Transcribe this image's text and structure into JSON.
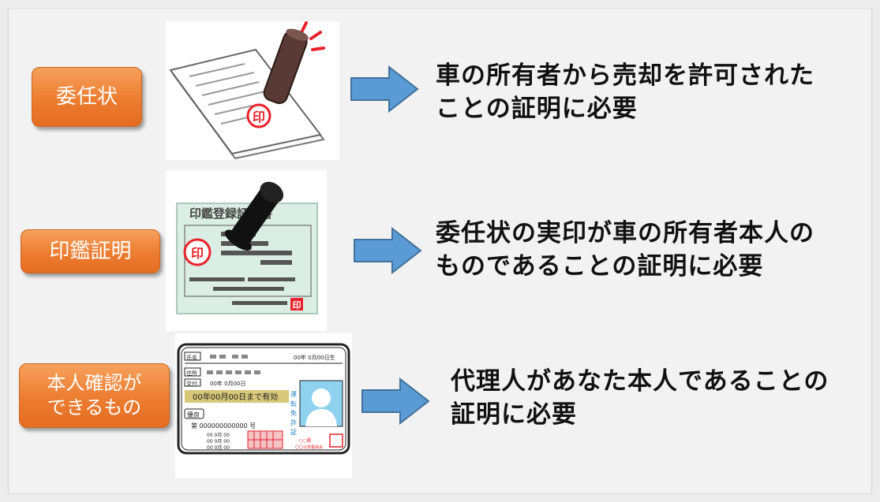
{
  "rows": [
    {
      "label_lines": [
        "委任状"
      ],
      "image_icon": "power-of-attorney-stamp-icon",
      "image_text": "印",
      "description_lines": [
        "車の所有者から売却を許可された",
        "ことの証明に必要"
      ]
    },
    {
      "label_lines": [
        "印鑑証明"
      ],
      "image_icon": "seal-registration-certificate-icon",
      "image_text": "印鑑登録証明書",
      "image_stamp": "印",
      "description_lines": [
        "委任状の実印が車の所有者本人の",
        "ものであることの証明に必要"
      ]
    },
    {
      "label_lines": [
        "本人確認が",
        "できるもの"
      ],
      "image_icon": "drivers-license-icon",
      "license": {
        "name_label": "氏名",
        "date_text": "00年 0月00日生",
        "address_label": "住所",
        "issue_label": "交付",
        "issue_text": "00年 0月00日",
        "validity_text": "00年00月00日まで有効",
        "side_text": [
          "運",
          "転",
          "免",
          "許",
          "証"
        ],
        "condition_label": "優良",
        "number_text": "第 000000000000 号",
        "cat_rows": [
          "00 0月 00",
          "00 0月 00",
          "00 0月 00"
        ],
        "seal_text": "〇〇公安委員会",
        "corner_text": "○○県"
      },
      "description_lines": [
        "代理人があなた本人であることの",
        "証明に必要"
      ]
    }
  ],
  "colors": {
    "label_orange": "#ec7c30",
    "arrow_blue": "#5b9bd5",
    "stamp_red": "#e8222a",
    "license_photo": "#8fd2ef",
    "license_gold": "#d6c779"
  }
}
